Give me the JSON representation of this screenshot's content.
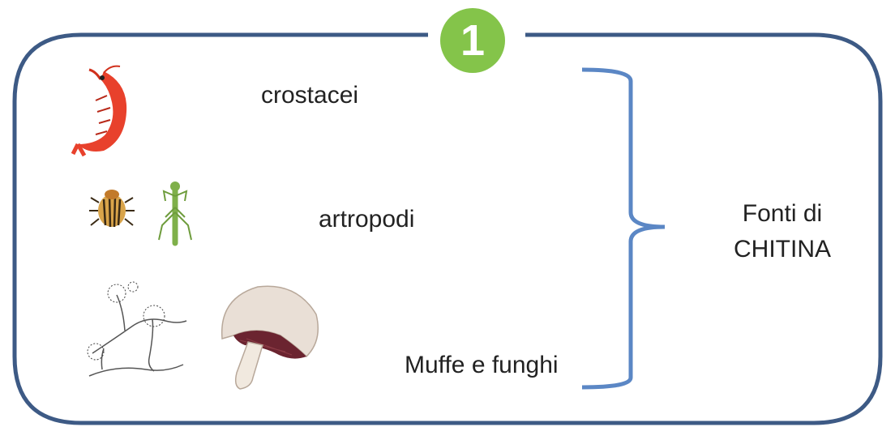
{
  "badge": {
    "number": "1"
  },
  "items": [
    {
      "label": "crostacei",
      "icon": "shrimp-icon"
    },
    {
      "label": "artropodi",
      "icon": "beetle-and-mantis-icon"
    },
    {
      "label": "Muffe e funghi",
      "icon": "mold-and-mushroom-icon"
    }
  ],
  "summary": {
    "line1": "Fonti di",
    "line2": "CHITINA"
  },
  "colors": {
    "frame": "#3d5a85",
    "brace": "#5b87c5",
    "badge": "#84c44a"
  }
}
